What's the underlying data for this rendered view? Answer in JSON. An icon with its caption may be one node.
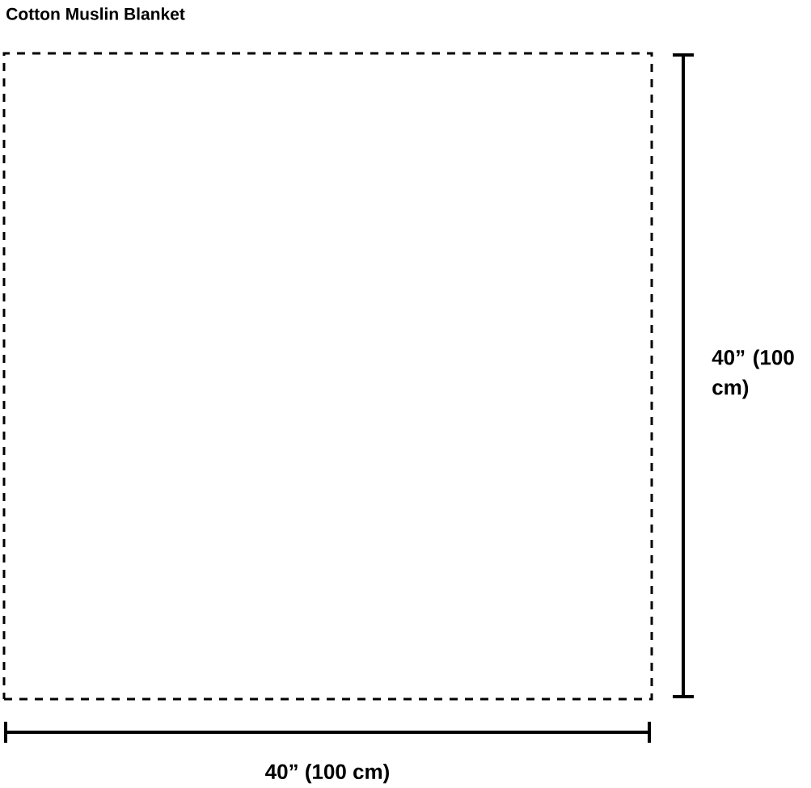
{
  "diagram": {
    "title": "Cotton Muslin Blanket",
    "nodes": [
      {
        "text": [],
        "shape": "box"
      }
    ],
    "labels": [
      "40” (100 cm)",
      "40” (100 cm)"
    ]
  }
}
